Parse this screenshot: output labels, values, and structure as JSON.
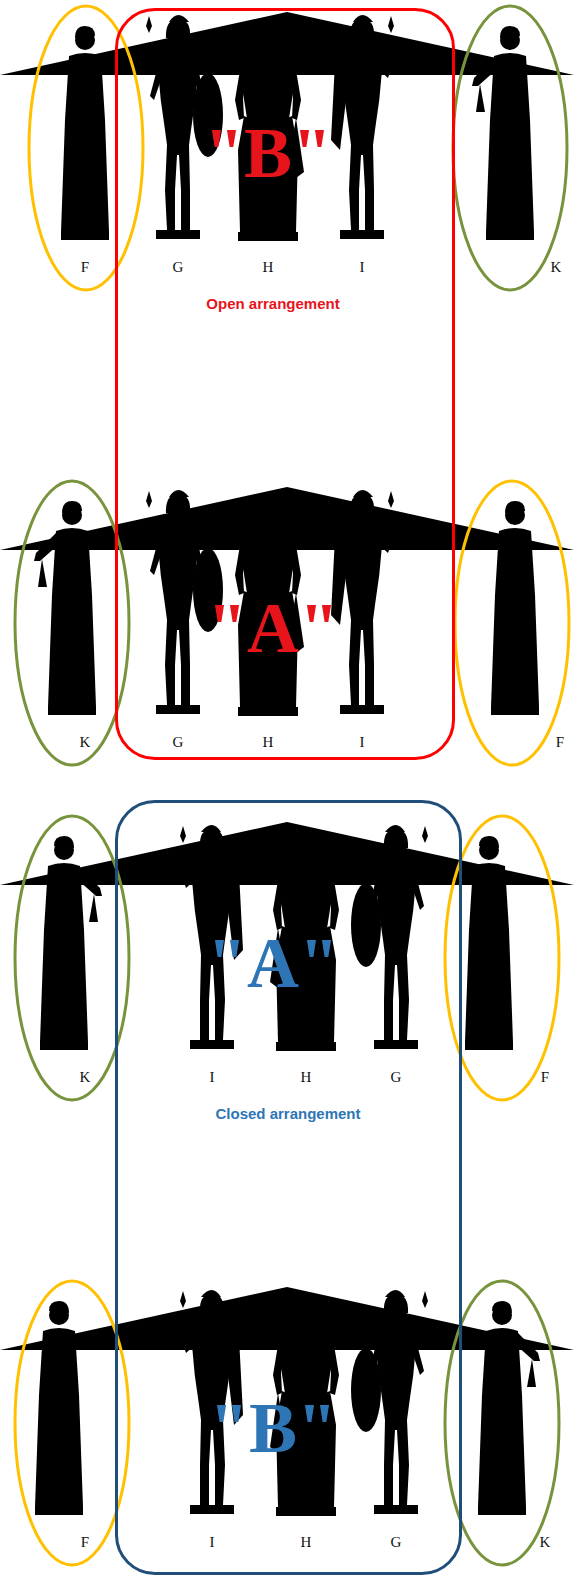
{
  "diagram": {
    "nodes": [
      {
        "text": [
          "\"B\"",
          "Open arrangement",
          "\"A\""
        ]
      },
      {
        "text": [
          "\"A\"",
          "Closed arrangement",
          "\"B\""
        ]
      }
    ],
    "labels": [
      "F",
      "G",
      "H",
      "I",
      "K",
      "K",
      "G",
      "H",
      "I",
      "F",
      "K",
      "I",
      "H",
      "G",
      "F",
      "F",
      "I",
      "H",
      "G",
      "K"
    ]
  }
}
